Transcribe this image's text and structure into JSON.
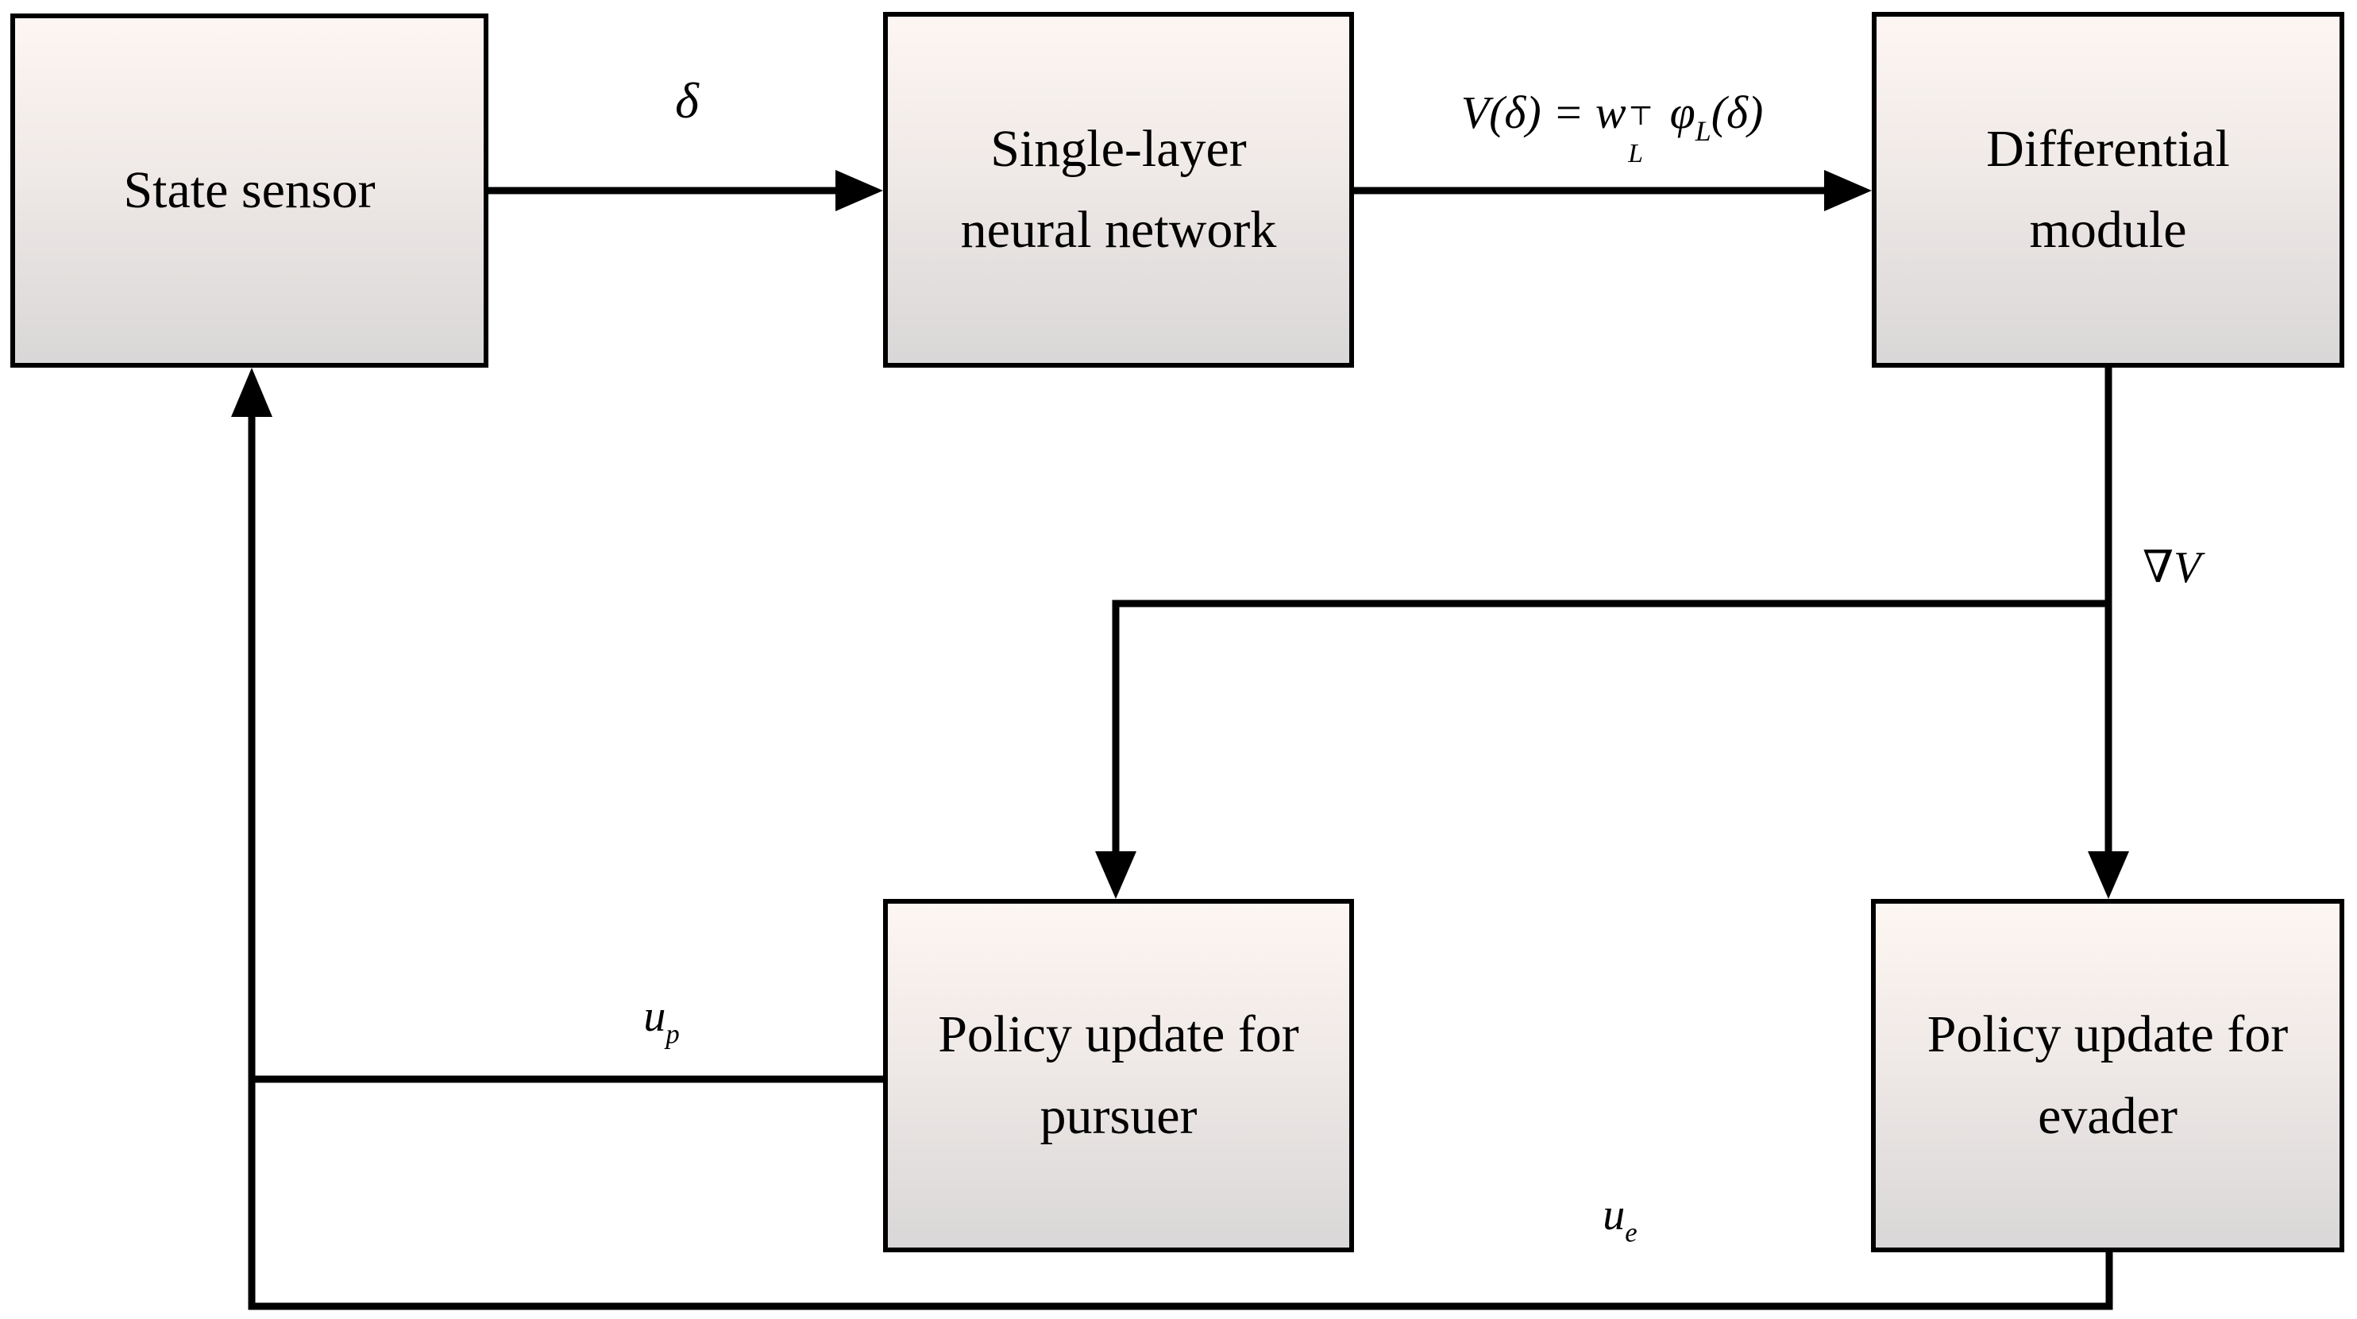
{
  "diagram": {
    "nodes": {
      "state_sensor": {
        "label": "State sensor"
      },
      "neural_network": {
        "label": "Single-layer neural network"
      },
      "differential_module": {
        "label": "Differential module"
      },
      "policy_pursuer": {
        "label": "Policy update for pursuer"
      },
      "policy_evader": {
        "label": "Policy update for evader"
      }
    },
    "edge_labels": {
      "delta": "δ",
      "value_formula": {
        "lead": "V(δ) = w",
        "sup": "⊤",
        "sub": "L",
        "phi": "φ",
        "phi_sub": "L",
        "tail": "(δ)"
      },
      "gradient": {
        "nabla": "∇",
        "v": "V"
      },
      "u_pursuer": {
        "base": "u",
        "sub": "p"
      },
      "u_evader": {
        "base": "u",
        "sub": "e"
      }
    },
    "colors": {
      "line_color": "#000000",
      "box_fill_top": "#fdf6f2",
      "box_fill_bottom": "#d9d7d7",
      "border_color": "#000000"
    }
  }
}
